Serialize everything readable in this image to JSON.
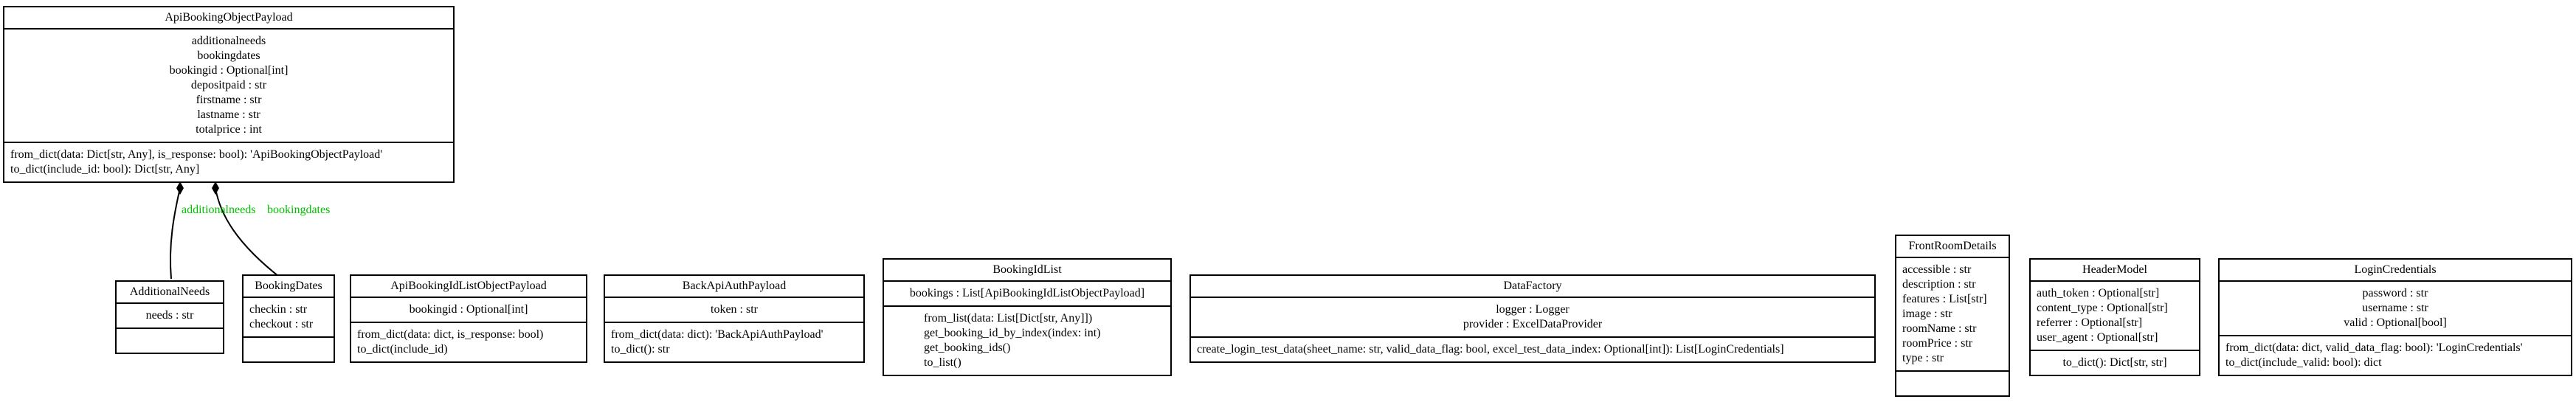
{
  "classes": [
    {
      "id": "apibookingobjectpayload",
      "name": "ApiBookingObjectPayload",
      "attributes": [
        "additionalneeds",
        "bookingdates",
        "bookingid : Optional[int]",
        "depositpaid : str",
        "firstname : str",
        "lastname : str",
        "totalprice : int"
      ],
      "methods": [
        "from_dict(data: Dict[str, Any], is_response: bool): 'ApiBookingObjectPayload'",
        "to_dict(include_id: bool): Dict[str, Any]"
      ]
    },
    {
      "id": "additionalneeds",
      "name": "AdditionalNeeds",
      "attributes": [
        "needs : str"
      ],
      "methods": []
    },
    {
      "id": "bookingdates",
      "name": "BookingDates",
      "attributes": [
        "checkin : str",
        "checkout : str"
      ],
      "methods": []
    },
    {
      "id": "apibookingidlistobjectpayload",
      "name": "ApiBookingIdListObjectPayload",
      "attributes": [
        "bookingid : Optional[int]"
      ],
      "methods": [
        "from_dict(data: dict, is_response: bool)",
        "to_dict(include_id)"
      ]
    },
    {
      "id": "backapiauthpayload",
      "name": "BackApiAuthPayload",
      "attributes": [
        "token : str"
      ],
      "methods": [
        "from_dict(data: dict): 'BackApiAuthPayload'",
        "to_dict(): str"
      ]
    },
    {
      "id": "bookingidlist",
      "name": "BookingIdList",
      "attributes": [
        "bookings : List[ApiBookingIdListObjectPayload]"
      ],
      "methods": [
        "from_list(data: List[Dict[str, Any]])",
        "get_booking_id_by_index(index: int)",
        "get_booking_ids()",
        "to_list()"
      ]
    },
    {
      "id": "datafactory",
      "name": "DataFactory",
      "attributes": [
        "logger : Logger",
        "provider : ExcelDataProvider"
      ],
      "methods": [
        "create_login_test_data(sheet_name: str, valid_data_flag: bool, excel_test_data_index: Optional[int]): List[LoginCredentials]"
      ]
    },
    {
      "id": "frontroomdetails",
      "name": "FrontRoomDetails",
      "attributes": [
        "accessible : str",
        "description : str",
        "features : List[str]",
        "image : str",
        "roomName : str",
        "roomPrice : str",
        "type : str"
      ],
      "methods": []
    },
    {
      "id": "headermodel",
      "name": "HeaderModel",
      "attributes": [
        "auth_token : Optional[str]",
        "content_type : Optional[str]",
        "referrer : Optional[str]",
        "user_agent : Optional[str]"
      ],
      "methods": [
        "to_dict(): Dict[str, str]"
      ]
    },
    {
      "id": "logincredentials",
      "name": "LoginCredentials",
      "attributes": [
        "password : str",
        "username : str",
        "valid : Optional[bool]"
      ],
      "methods": [
        "from_dict(data: dict, valid_data_flag: bool): 'LoginCredentials'",
        "to_dict(include_valid: bool): dict"
      ]
    }
  ],
  "associations": [
    {
      "from": "apibookingobjectpayload",
      "to": "additionalneeds",
      "label": "additionalneeds",
      "kind": "composition"
    },
    {
      "from": "apibookingobjectpayload",
      "to": "bookingdates",
      "label": "bookingdates",
      "kind": "composition"
    }
  ],
  "colors": {
    "line": "#000000",
    "label": "#00c000"
  }
}
